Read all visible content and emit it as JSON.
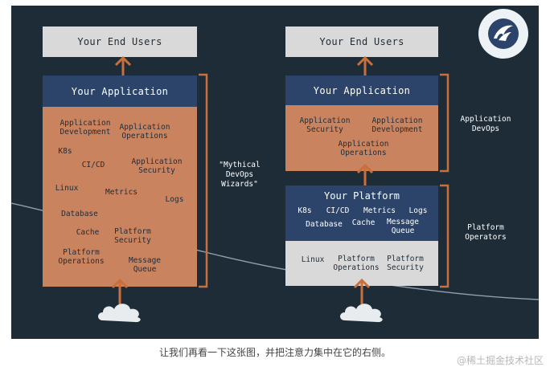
{
  "left": {
    "end_users": "Your End Users",
    "application": "Your Application",
    "items": {
      "app_development": [
        "Application",
        "Development"
      ],
      "app_operations": [
        "Application",
        "Operations"
      ],
      "k8s": "K8s",
      "cicd": "CI/CD",
      "app_security": [
        "Application",
        "Security"
      ],
      "linux": "Linux",
      "metrics": "Metrics",
      "logs": "Logs",
      "database": "Database",
      "cache": "Cache",
      "platform_security": [
        "Platform",
        "Security"
      ],
      "platform_operations": [
        "Platform",
        "Operations"
      ],
      "message_queue": [
        "Message",
        "Queue"
      ]
    },
    "bracket_label": [
      "\"Mythical",
      "DevOps",
      "Wizards\""
    ]
  },
  "right": {
    "end_users": "Your End Users",
    "application": "Your Application",
    "app_items": {
      "app_security": [
        "Application",
        "Security"
      ],
      "app_development": [
        "Application",
        "Development"
      ],
      "app_operations": [
        "Application",
        "Operations"
      ]
    },
    "platform": "Your Platform",
    "platform_items": {
      "k8s": "K8s",
      "cicd": "CI/CD",
      "metrics": "Metrics",
      "logs": "Logs",
      "database": "Database",
      "cache": "Cache",
      "message_queue": [
        "Message",
        "Queue"
      ]
    },
    "infra_items": {
      "linux": "Linux",
      "platform_operations": [
        "Platform",
        "Operations"
      ],
      "platform_security": [
        "Platform",
        "Security"
      ]
    },
    "app_bracket_label": [
      "Application",
      "DevOps"
    ],
    "platform_bracket_label": [
      "Platform",
      "Operators"
    ]
  },
  "caption": "让我们再看一下这张图，并把注意力集中在它的右侧。",
  "watermark": "@稀土掘金技术社区",
  "colors": {
    "background": "#1e2c38",
    "navy": "#2c4469",
    "orange": "#c9835f",
    "gray": "#d9d9d9",
    "accent": "#c96f3c"
  },
  "icons": [
    "logo-icon",
    "cloud-icon",
    "arrow-up-icon",
    "bracket-icon"
  ]
}
